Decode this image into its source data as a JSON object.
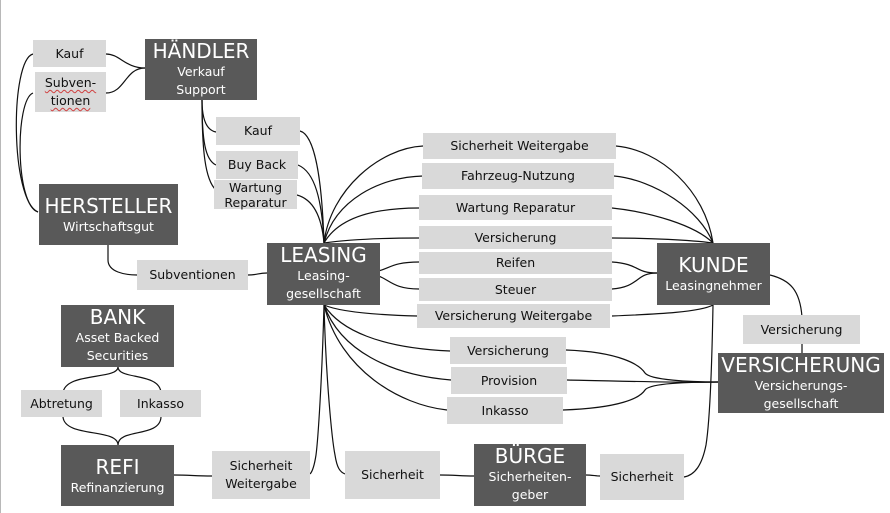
{
  "entities": {
    "haendler": {
      "title": "HÄNDLER",
      "sub1": "Verkauf",
      "sub2": "Support"
    },
    "hersteller": {
      "title": "HERSTELLER",
      "sub1": "Wirtschaftsgut"
    },
    "leasing": {
      "title": "LEASING",
      "sub1": "Leasing-",
      "sub2": "gesellschaft"
    },
    "kunde": {
      "title": "KUNDE",
      "sub1": "Leasingnehmer"
    },
    "versicherung": {
      "title": "VERSICHERUNG",
      "sub1": "Versicherungs-",
      "sub2": "gesellschaft"
    },
    "bank": {
      "title": "BANK",
      "sub1": "Asset Backed",
      "sub2": "Securities"
    },
    "refi": {
      "title": "REFI",
      "sub1": "Refinanzierung"
    },
    "buerge": {
      "title": "BÜRGE",
      "sub1": "Sicherheiten-",
      "sub2": "geber"
    }
  },
  "relations": {
    "kauf_haendler": "Kauf",
    "subventionen_haendler_1": "Subven-",
    "subventionen_haendler_2": "tionen",
    "kauf_leasing": "Kauf",
    "buy_back": "Buy Back",
    "wartung_1": "Wartung",
    "wartung_2": "Reparatur",
    "subventionen_hersteller": "Subventionen",
    "sicherheit_weitergabe": "Sicherheit Weitergabe",
    "fahrzeug_nutzung": "Fahrzeug-Nutzung",
    "wartung_reparatur": "Wartung Reparatur",
    "versicherung_kunde": "Versicherung",
    "reifen": "Reifen",
    "steuer": "Steuer",
    "versicherung_weitergabe": "Versicherung Weitergabe",
    "versicherung_vers": "Versicherung",
    "provision": "Provision",
    "inkasso_vers": "Inkasso",
    "versicherung_kunde_vers": "Versicherung",
    "abtretung": "Abtretung",
    "inkasso_bank": "Inkasso",
    "sicherheit_refi_1": "Sicherheit",
    "sicherheit_refi_2": "Weitergabe",
    "sicherheit_buerge_left": "Sicherheit",
    "sicherheit_buerge_right": "Sicherheit"
  }
}
